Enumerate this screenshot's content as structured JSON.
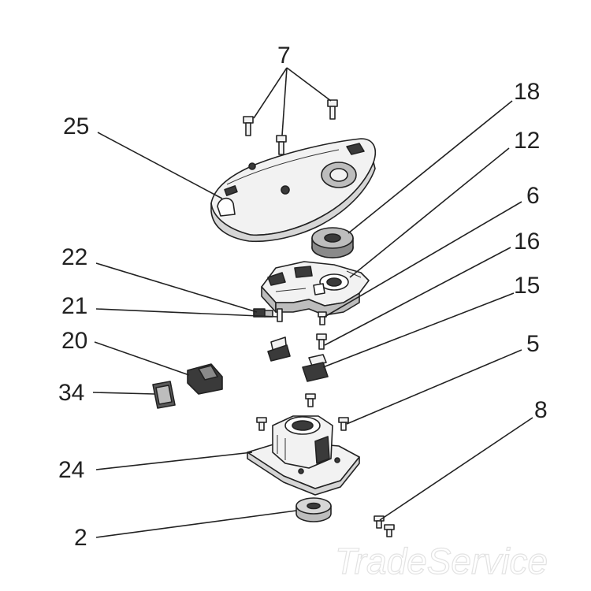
{
  "diagram": {
    "callouts": {
      "c7": "7",
      "c25": "25",
      "c18": "18",
      "c12": "12",
      "c6": "6",
      "c16": "16",
      "c22": "22",
      "c21": "21",
      "c15": "15",
      "c20": "20",
      "c5": "5",
      "c34": "34",
      "c8": "8",
      "c24": "24",
      "c2": "2"
    },
    "watermark": "TradeService",
    "colors": {
      "line": "#222222",
      "fill_light": "#f2f2f2",
      "fill_mid": "#bdbdbd",
      "fill_dark": "#3a3a3a"
    }
  }
}
